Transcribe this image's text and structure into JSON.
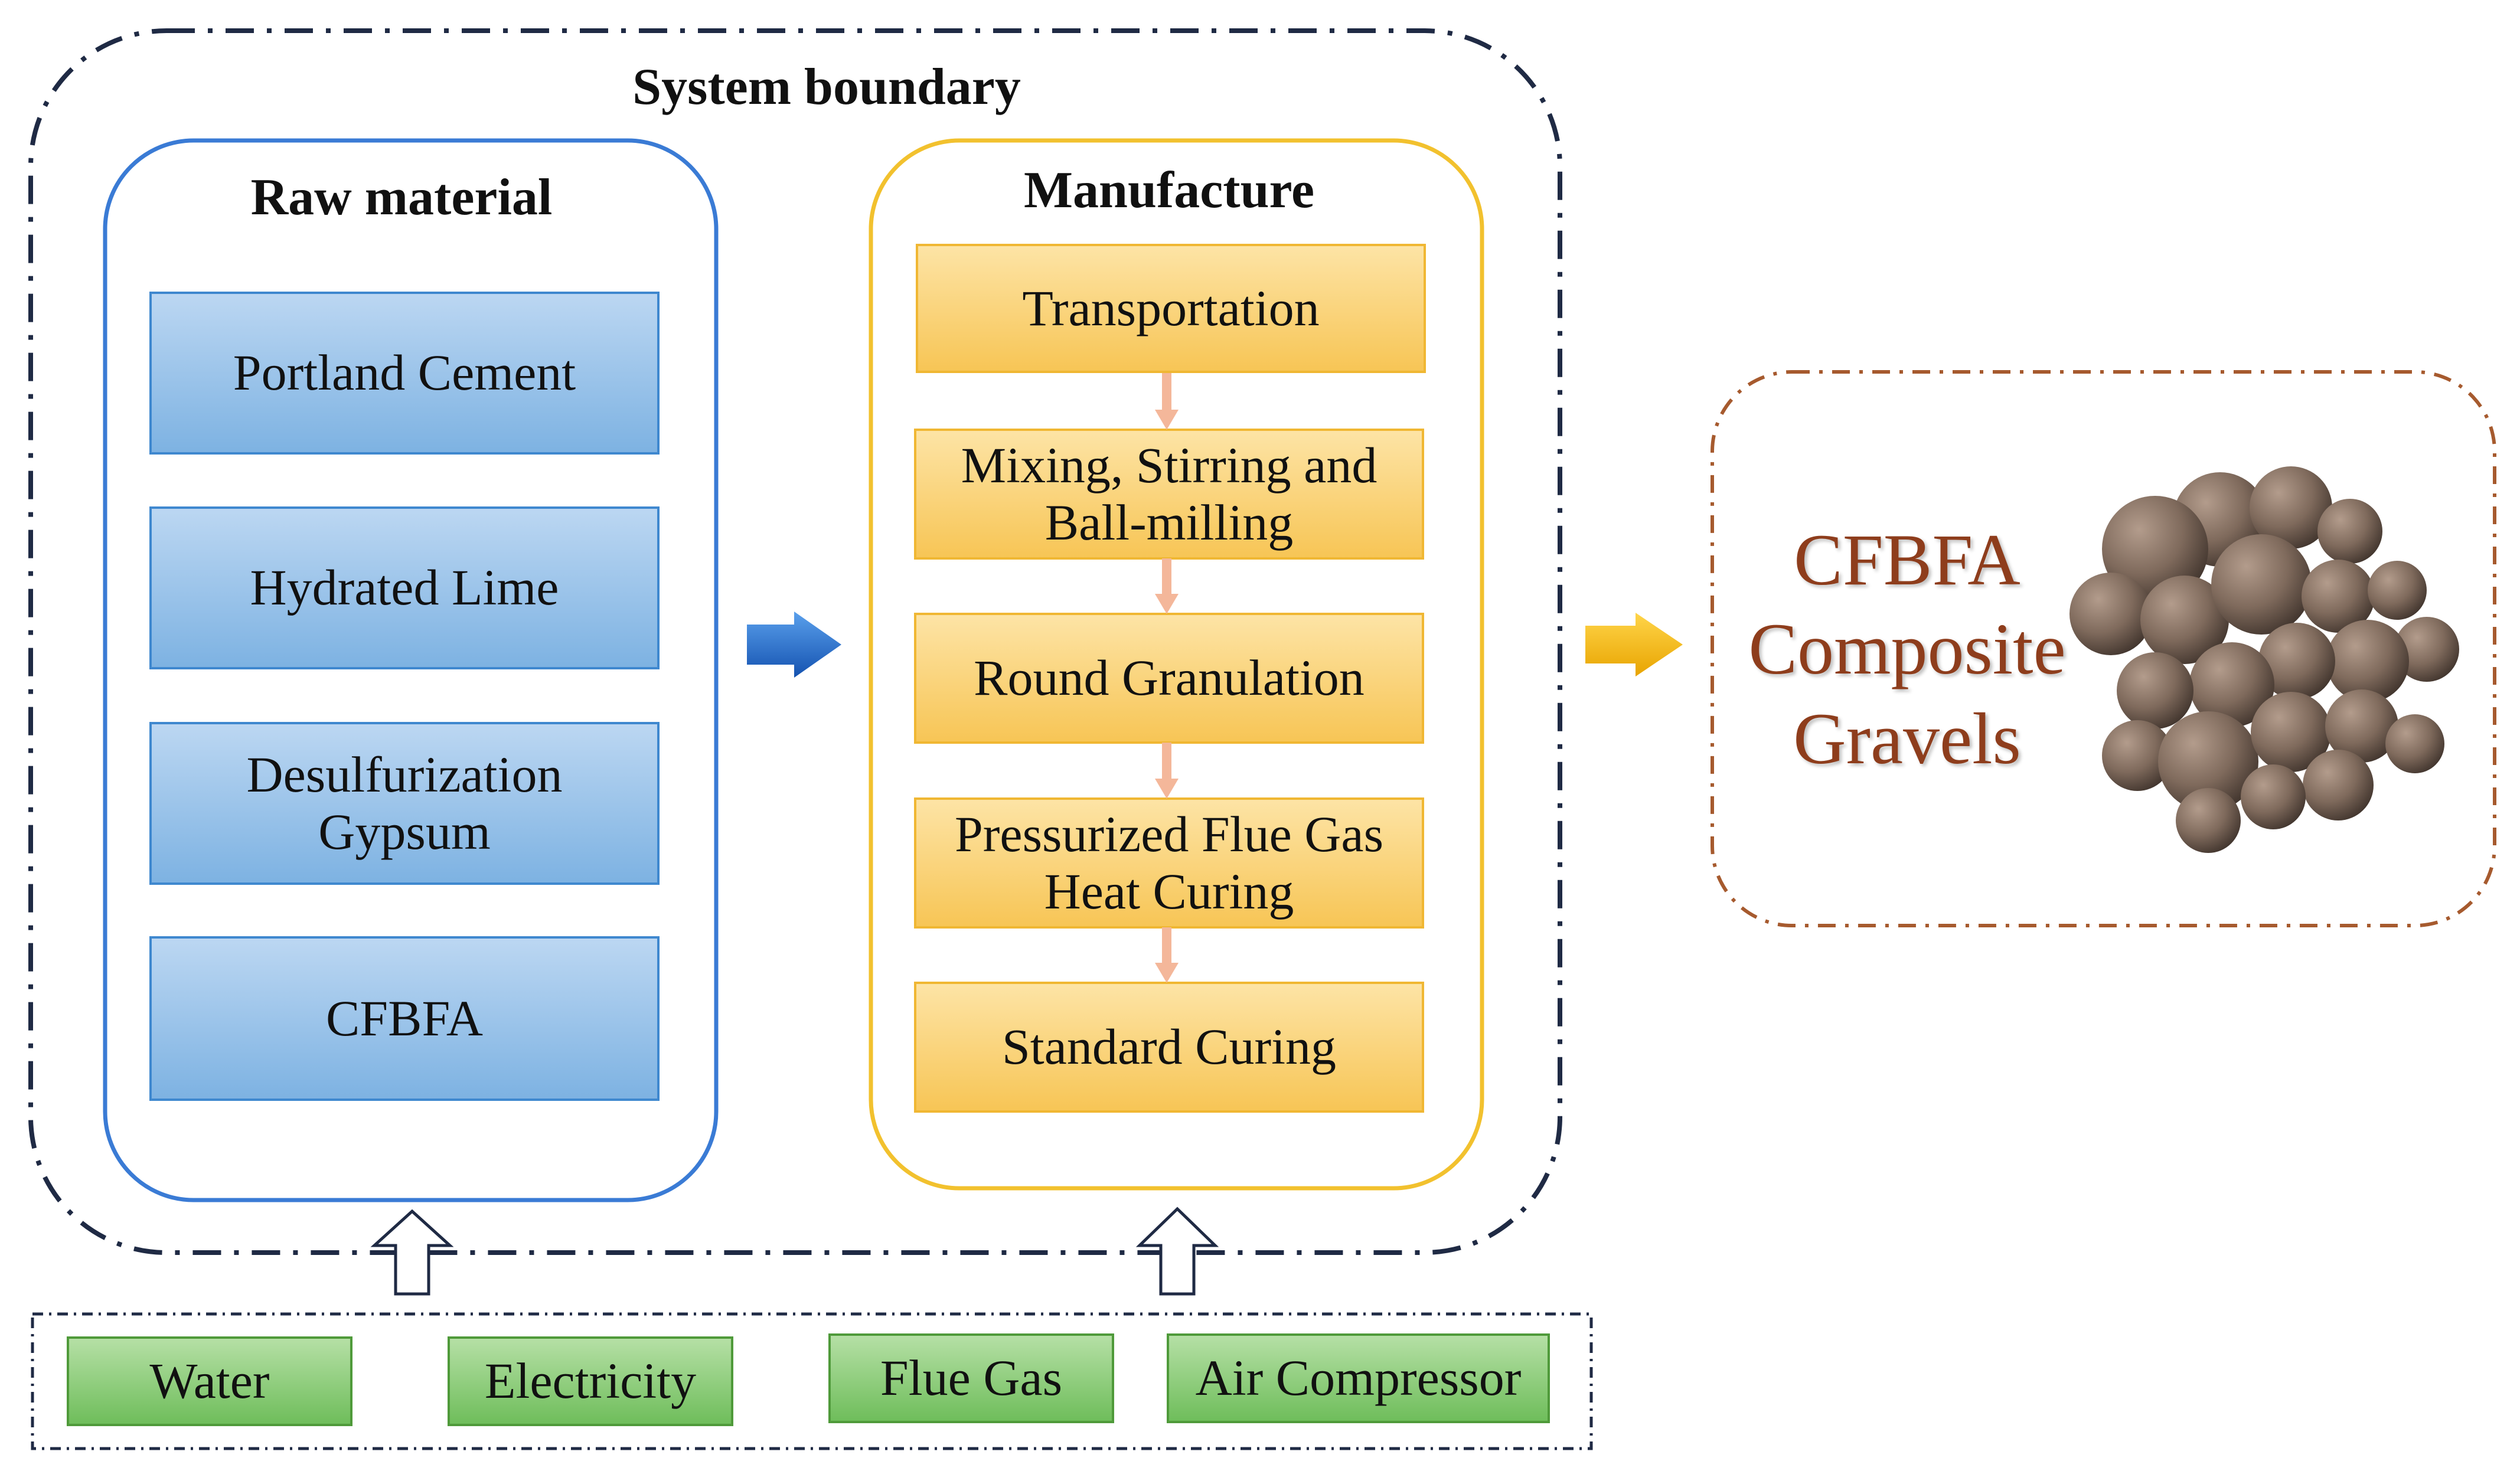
{
  "system_boundary": {
    "title": "System boundary"
  },
  "raw_material": {
    "title": "Raw material",
    "items": [
      "Portland Cement",
      "Hydrated Lime",
      "Desulfurization\nGypsum",
      "CFBFA"
    ]
  },
  "manufacture": {
    "title": "Manufacture",
    "steps": [
      "Transportation",
      "Mixing, Stirring and\nBall-milling",
      "Round Granulation",
      "Pressurized Flue Gas\nHeat Curing",
      "Standard Curing"
    ]
  },
  "inputs": {
    "items": [
      "Water",
      "Electricity",
      "Flue Gas",
      "Air Compressor"
    ]
  },
  "product": {
    "label": "CFBFA\nComposite\nGravels",
    "image_icon": "gravel-pellets-image"
  },
  "colors": {
    "boundary_stroke": "#1f2a44",
    "raw_frame": "#3a7bd5",
    "raw_fill_top": "#bcd7f2",
    "raw_fill_bottom": "#7db2e2",
    "manu_frame": "#f2c12e",
    "manu_fill_top": "#fde4a6",
    "manu_fill_bottom": "#f7c555",
    "input_fill_top": "#b6e0a6",
    "input_fill_bottom": "#6ebd5a",
    "product_frame": "#a65a2e",
    "product_text": "#8e3d1c",
    "blue_arrow": "#1f6fd1",
    "yellow_arrow": "#f5b700",
    "step_arrow": "#f4b79a"
  }
}
